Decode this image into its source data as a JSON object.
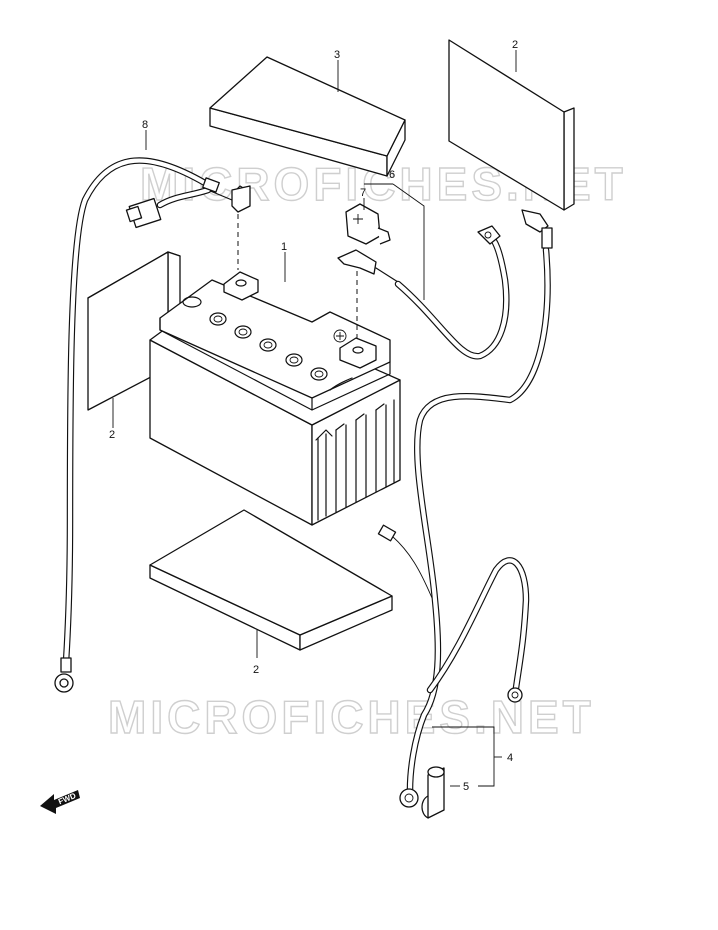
{
  "watermark": {
    "text": "MICROFICHES.NET"
  },
  "fwd": {
    "label": "FWD"
  },
  "callouts": {
    "c1": "1",
    "c2_right_pad": "2",
    "c2_left_pad": "2",
    "c2_bottom_pad": "2",
    "c3": "3",
    "c4": "4",
    "c5": "5",
    "c6": "6",
    "c7": "7",
    "c8": "8"
  }
}
